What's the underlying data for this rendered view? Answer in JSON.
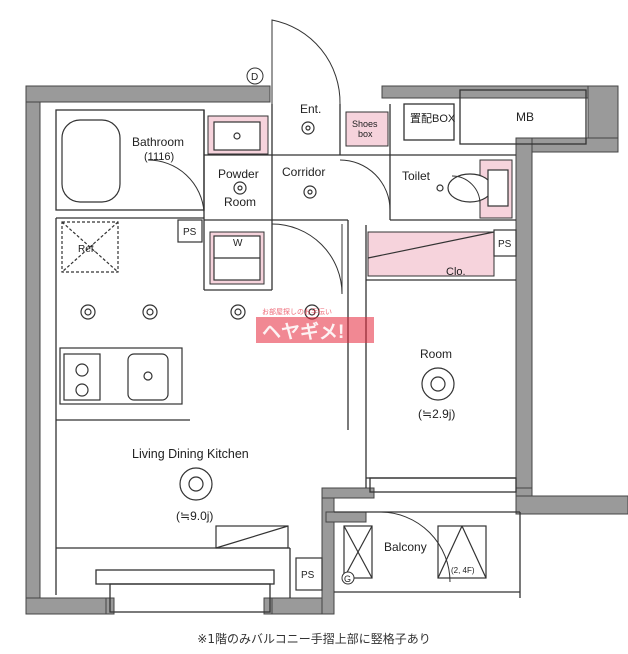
{
  "rooms": {
    "entrance": "Ent.",
    "shoes_box": [
      "Shoes",
      "box"
    ],
    "delivery_box": "置配BOX",
    "mb": "MB",
    "bathroom": [
      "Bathroom",
      "(1116)"
    ],
    "powder_room": [
      "Powder",
      "Room"
    ],
    "corridor": "Corridor",
    "toilet": "Toilet",
    "refrigerator": "Ref.",
    "washer": "W",
    "closet": "Clo.",
    "room": "Room",
    "room_area": "(≒2.9j)",
    "ldk": "Living Dining Kitchen",
    "ldk_area": "(≒9.0j)",
    "balcony": "Balcony",
    "balcony_note": "(2, 4F)",
    "pipe_space": "PS",
    "door_marker": "D",
    "gas_marker": "G"
  },
  "watermark": {
    "small": "お部屋探しのお手伝い",
    "brand": "ヘヤギメ!"
  },
  "footnote": "※1階のみバルコニー手摺上部に竪格子あり",
  "colors": {
    "wall": "#9a9a9a",
    "line": "#333333",
    "accent_pink": "#f6d3dc",
    "watermark_red": "#e6263a"
  }
}
